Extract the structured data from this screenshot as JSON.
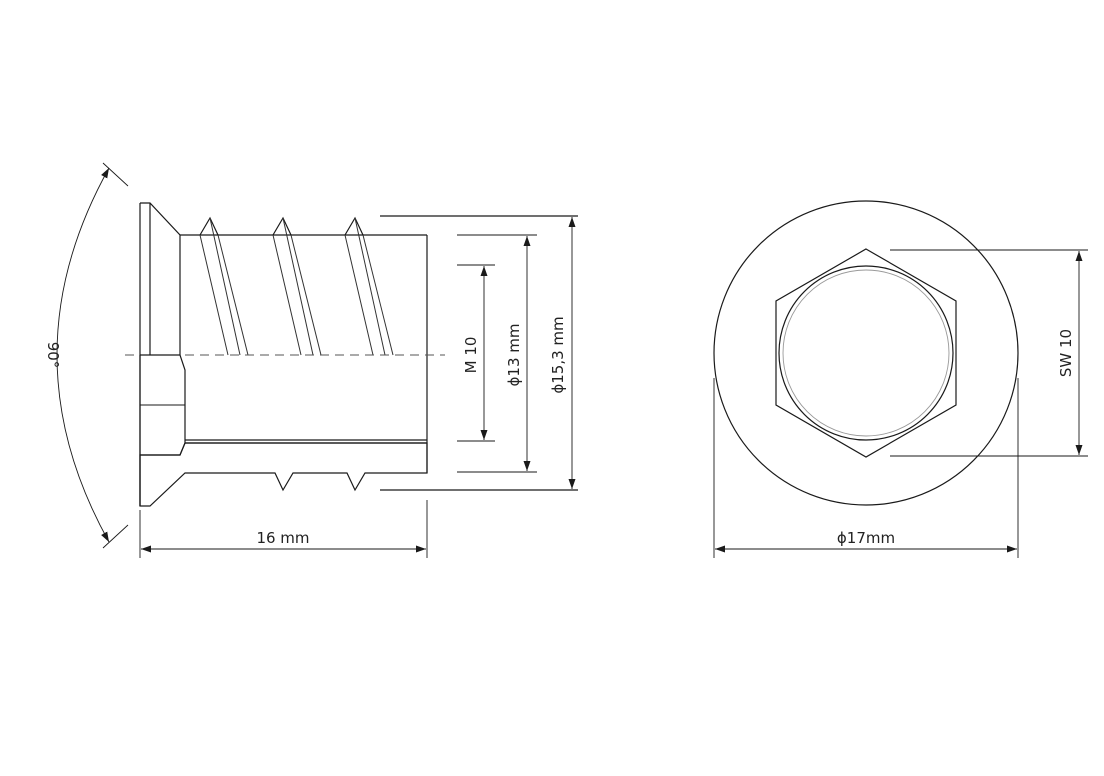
{
  "labels": {
    "angle": "90°",
    "thread_size": "M 10",
    "inner_diameter": "ϕ13 mm",
    "outer_diameter": "ϕ15,3 mm",
    "length": "16 mm",
    "wrench_size": "SW 10",
    "flange_diameter": "ϕ17mm"
  },
  "colors": {
    "line": "#1a1a1a",
    "background": "#ffffff",
    "hatch": "#333333"
  }
}
